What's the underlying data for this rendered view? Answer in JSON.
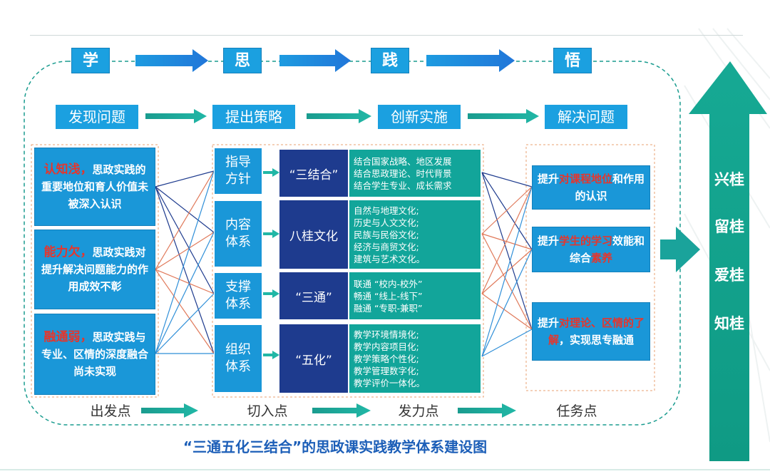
{
  "stages": [
    "学",
    "思",
    "践",
    "悟"
  ],
  "steps": [
    "发现问题",
    "提出策略",
    "创新实施",
    "解决问题"
  ],
  "problems": [
    {
      "key": "认知浅，",
      "text": "思政实践的重要地位和育人价值未被深入认识"
    },
    {
      "key": "能力欠，",
      "text": "思政实践对提升解决问题能力的作用成效不彰"
    },
    {
      "key": "融通弱，",
      "text": "思政实践与专业、区情的深度融合尚未实现"
    }
  ],
  "systems": [
    {
      "category": "指导\n方针",
      "name": "“三结合”",
      "details": [
        "结合国家战略、地区发展",
        "结合思政理论、时代背景",
        "结合学生专业、成长需求"
      ]
    },
    {
      "category": "内容\n体系",
      "name": "八桂文化",
      "details": [
        "自然与地理文化;",
        "历史与人文文化;",
        "民族与民俗文化;",
        "经济与商贸文化;",
        "建筑与艺术文化。"
      ]
    },
    {
      "category": "支撑\n体系",
      "name": "“三通”",
      "details": [
        "联通 “校内-校外”",
        "畅通 “线上-线下”",
        "融通 “专职-兼职”"
      ]
    },
    {
      "category": "组织\n体系",
      "name": "“五化”",
      "details": [
        "教学环境情境化;",
        "教学内容项目化;",
        "教学策略个性化;",
        "教学管理数字化;",
        "教学评价一体化。"
      ]
    }
  ],
  "outcomes": [
    {
      "pre": "提升",
      "hl": "对课程地位",
      "post": "和作用的认识",
      "hl2": "",
      "post2": ""
    },
    {
      "pre": "提升",
      "hl": "学生的学习",
      "post": "效能和综合",
      "hl2": "素养",
      "post2": ""
    },
    {
      "pre": "提升",
      "hl": "对理论、区情的了解",
      "post": "，实现思专融通",
      "hl2": "",
      "post2": ""
    }
  ],
  "bottom_labels": [
    "出发点",
    "切入点",
    "发力点",
    "任务点"
  ],
  "goals": [
    "兴桂",
    "留桂",
    "爱桂",
    "知桂"
  ],
  "caption": "“三通五化三结合”的思政课实践教学体系建设图",
  "colors": {
    "blue": "#1a97d8",
    "navy": "#1e3b8e",
    "teal": "#12a59a",
    "red": "#e7352b",
    "arrow_teal": "#1aa39b"
  }
}
